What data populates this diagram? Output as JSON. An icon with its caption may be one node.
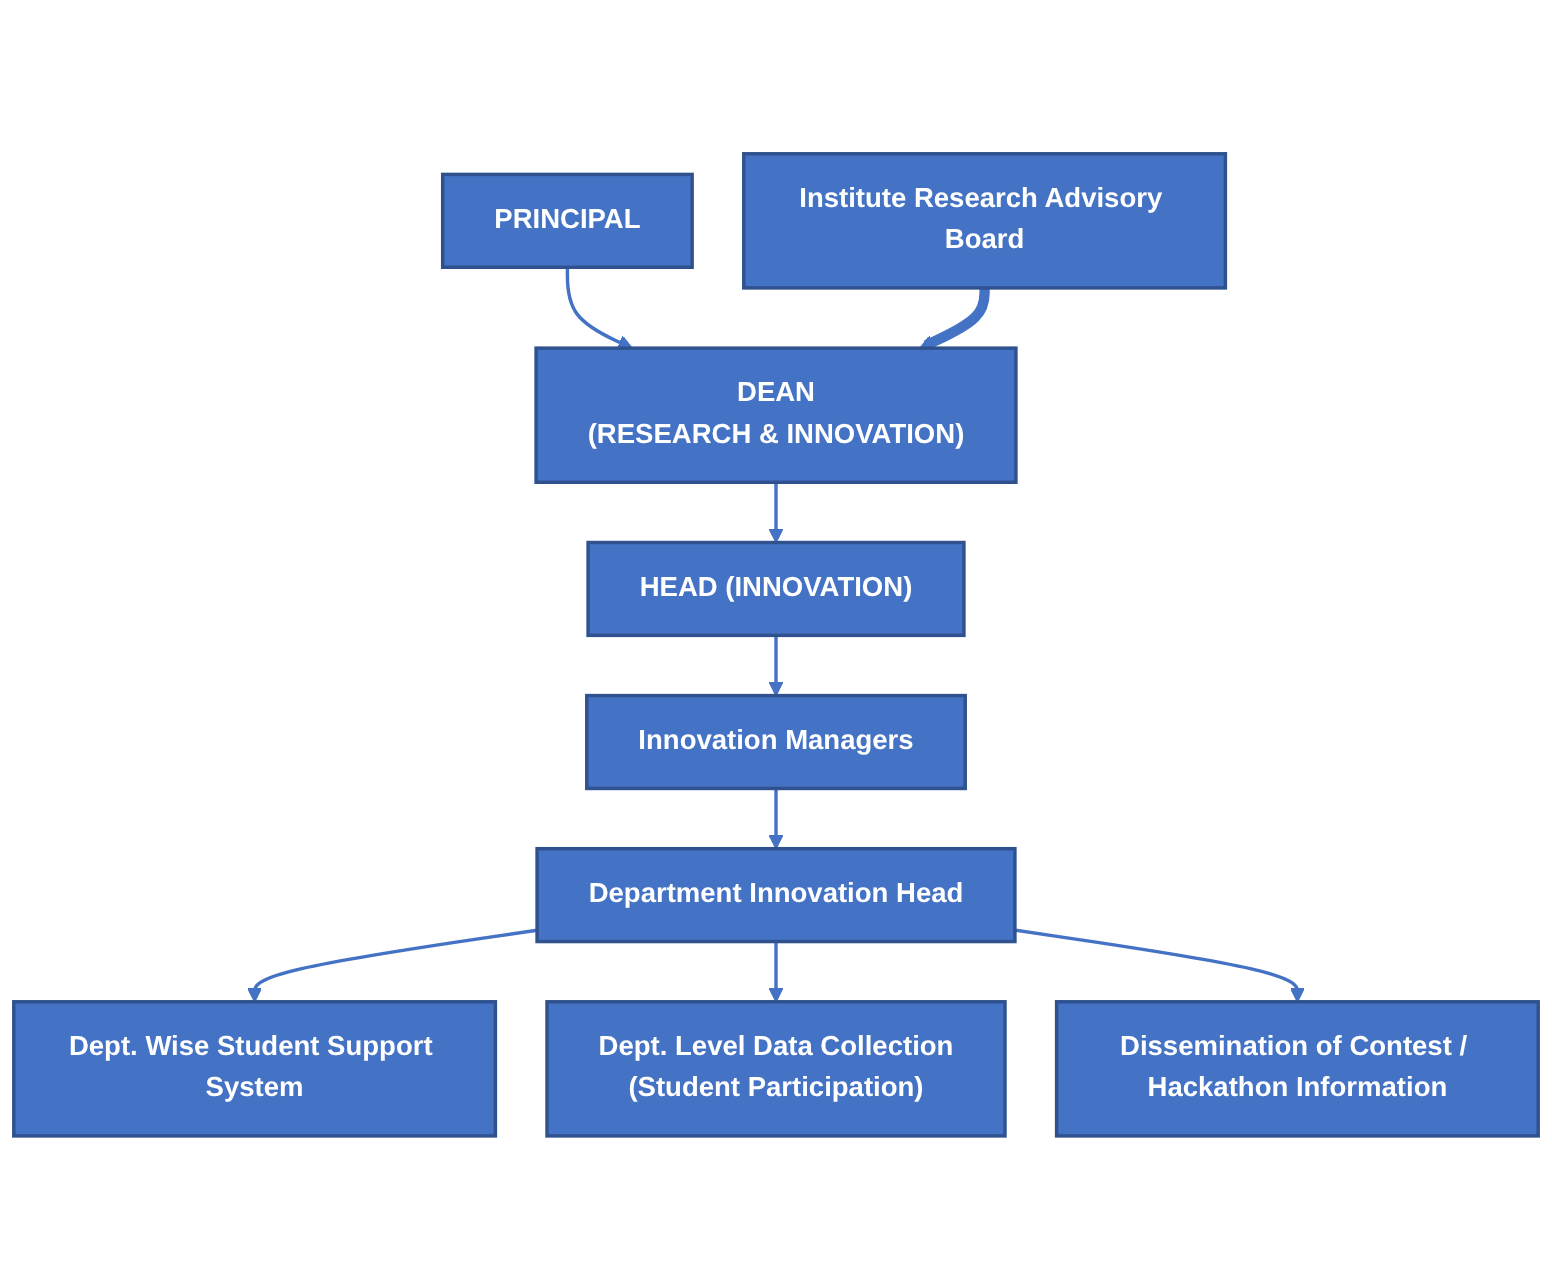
{
  "diagram": {
    "nodes": [
      {
        "text": [
          "PRINCIPAL"
        ]
      },
      {
        "text": [
          "Institute Research Advisory Board"
        ]
      },
      {
        "text": [
          "DEAN",
          "(RESEARCH & INNOVATION)"
        ]
      },
      {
        "text": [
          "HEAD (INNOVATION)"
        ]
      },
      {
        "text": [
          "Innovation Managers"
        ]
      },
      {
        "text": [
          "Department Innovation Head"
        ]
      },
      {
        "text": [
          "Dept. Wise Student Support System"
        ]
      },
      {
        "text": [
          "Dept. Level Data Collection",
          "(Student Participation)"
        ]
      },
      {
        "text": [
          "Dissemination of Contest / Hackathon Information"
        ]
      }
    ],
    "edges": [
      {
        "from": 0,
        "to": 2,
        "arrow": "to"
      },
      {
        "from": 1,
        "to": 2,
        "arrow": "to",
        "style": "thick"
      },
      {
        "from": 2,
        "to": 3,
        "arrow": "to"
      },
      {
        "from": 3,
        "to": 4,
        "arrow": "to"
      },
      {
        "from": 4,
        "to": 5,
        "arrow": "to"
      },
      {
        "from": 5,
        "to": 6,
        "arrow": "to"
      },
      {
        "from": 5,
        "to": 7,
        "arrow": "to"
      },
      {
        "from": 5,
        "to": 8,
        "arrow": "to"
      }
    ]
  }
}
